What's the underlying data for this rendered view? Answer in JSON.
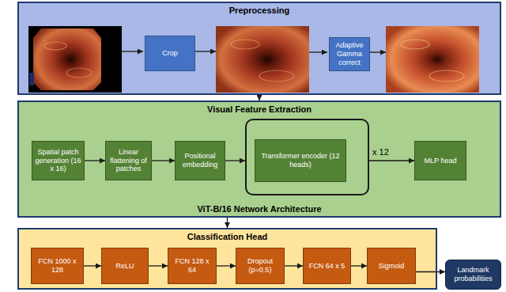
{
  "diagram": {
    "nodes": [
      {
        "text": [
          "Preprocessing"
        ]
      },
      {
        "text": [
          "Crop"
        ],
        "in": 0
      },
      {
        "text": [
          "Adaptive Gamma correct"
        ],
        "in": 0
      },
      {
        "text": [
          "Visual Feature Extraction",
          "ViT-B/16 Network Architecture"
        ]
      },
      {
        "text": [
          "Spatial patch generation (16 x 16)"
        ],
        "in": 3
      },
      {
        "text": [
          "Linear flattening of patches"
        ],
        "in": 3
      },
      {
        "text": [
          "Positional embedding"
        ],
        "in": 3
      },
      {
        "text": [
          "x 12"
        ],
        "in": 3
      },
      {
        "text": [
          "Transformer encoder (12 heads)"
        ],
        "in": 7
      },
      {
        "text": [
          "MLP head"
        ],
        "in": 3
      },
      {
        "text": [
          "Classification Head"
        ]
      },
      {
        "text": [
          "FCN 1000 x 128"
        ],
        "in": 10
      },
      {
        "text": [
          "ReLU"
        ],
        "in": 10
      },
      {
        "text": [
          "FCN 128 x 64"
        ],
        "in": 10
      },
      {
        "text": [
          "Dropout (p=0.5)"
        ],
        "in": 10
      },
      {
        "text": [
          "FCN 64 x 5"
        ],
        "in": 10
      },
      {
        "text": [
          "Sigmoid"
        ],
        "in": 10
      },
      {
        "text": [
          "Landmark probabilities"
        ]
      }
    ],
    "edges": [
      {
        "from": 0,
        "to": 3,
        "arrow": "to"
      },
      {
        "from": 3,
        "to": 10,
        "arrow": "to"
      },
      {
        "from": 4,
        "to": 5,
        "arrow": "to"
      },
      {
        "from": 5,
        "to": 6,
        "arrow": "to"
      },
      {
        "from": 6,
        "to": 7,
        "arrow": "to"
      },
      {
        "from": 7,
        "to": 9,
        "arrow": "to"
      },
      {
        "from": 11,
        "to": 12,
        "arrow": "to"
      },
      {
        "from": 12,
        "to": 13,
        "arrow": "to"
      },
      {
        "from": 13,
        "to": 14,
        "arrow": "to"
      },
      {
        "from": 14,
        "to": 15,
        "arrow": "to"
      },
      {
        "from": 15,
        "to": 16,
        "arrow": "to"
      },
      {
        "from": 16,
        "to": 17,
        "arrow": "to"
      }
    ]
  }
}
